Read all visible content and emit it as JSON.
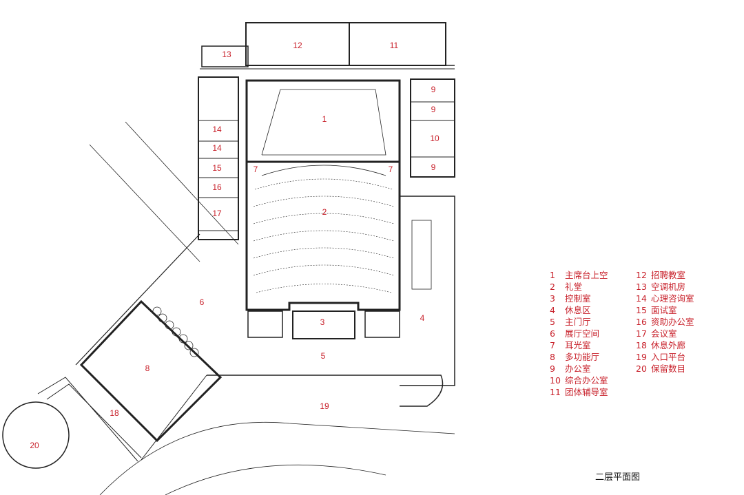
{
  "rooms": [
    {
      "num": "1"
    },
    {
      "num": "2"
    },
    {
      "num": "3"
    },
    {
      "num": "4"
    },
    {
      "num": "5"
    },
    {
      "num": "6"
    },
    {
      "num": "7"
    },
    {
      "num": "7"
    },
    {
      "num": "8"
    },
    {
      "num": "9"
    },
    {
      "num": "9"
    },
    {
      "num": "9"
    },
    {
      "num": "10"
    },
    {
      "num": "11"
    },
    {
      "num": "12"
    },
    {
      "num": "13"
    },
    {
      "num": "14"
    },
    {
      "num": "14"
    },
    {
      "num": "15"
    },
    {
      "num": "16"
    },
    {
      "num": "17"
    },
    {
      "num": "18"
    },
    {
      "num": "19"
    },
    {
      "num": "20"
    }
  ],
  "legend": [
    {
      "num": "1",
      "label": "主席台上空"
    },
    {
      "num": "2",
      "label": "礼堂"
    },
    {
      "num": "3",
      "label": "控制室"
    },
    {
      "num": "4",
      "label": "休息区"
    },
    {
      "num": "5",
      "label": "主门厅"
    },
    {
      "num": "6",
      "label": "展厅空间"
    },
    {
      "num": "7",
      "label": "耳光室"
    },
    {
      "num": "8",
      "label": "多功能厅"
    },
    {
      "num": "9",
      "label": "办公室"
    },
    {
      "num": "10",
      "label": "综合办公室"
    },
    {
      "num": "11",
      "label": "团体辅导室"
    },
    {
      "num": "12",
      "label": "招聘教室"
    },
    {
      "num": "13",
      "label": "空调机房"
    },
    {
      "num": "14",
      "label": "心理咨询室"
    },
    {
      "num": "15",
      "label": "面试室"
    },
    {
      "num": "16",
      "label": "资助办公室"
    },
    {
      "num": "17",
      "label": "会议室"
    },
    {
      "num": "18",
      "label": "休息外廊"
    },
    {
      "num": "19",
      "label": "入口平台"
    },
    {
      "num": "20",
      "label": "保留数目"
    }
  ],
  "plan_title": "二层平面图"
}
